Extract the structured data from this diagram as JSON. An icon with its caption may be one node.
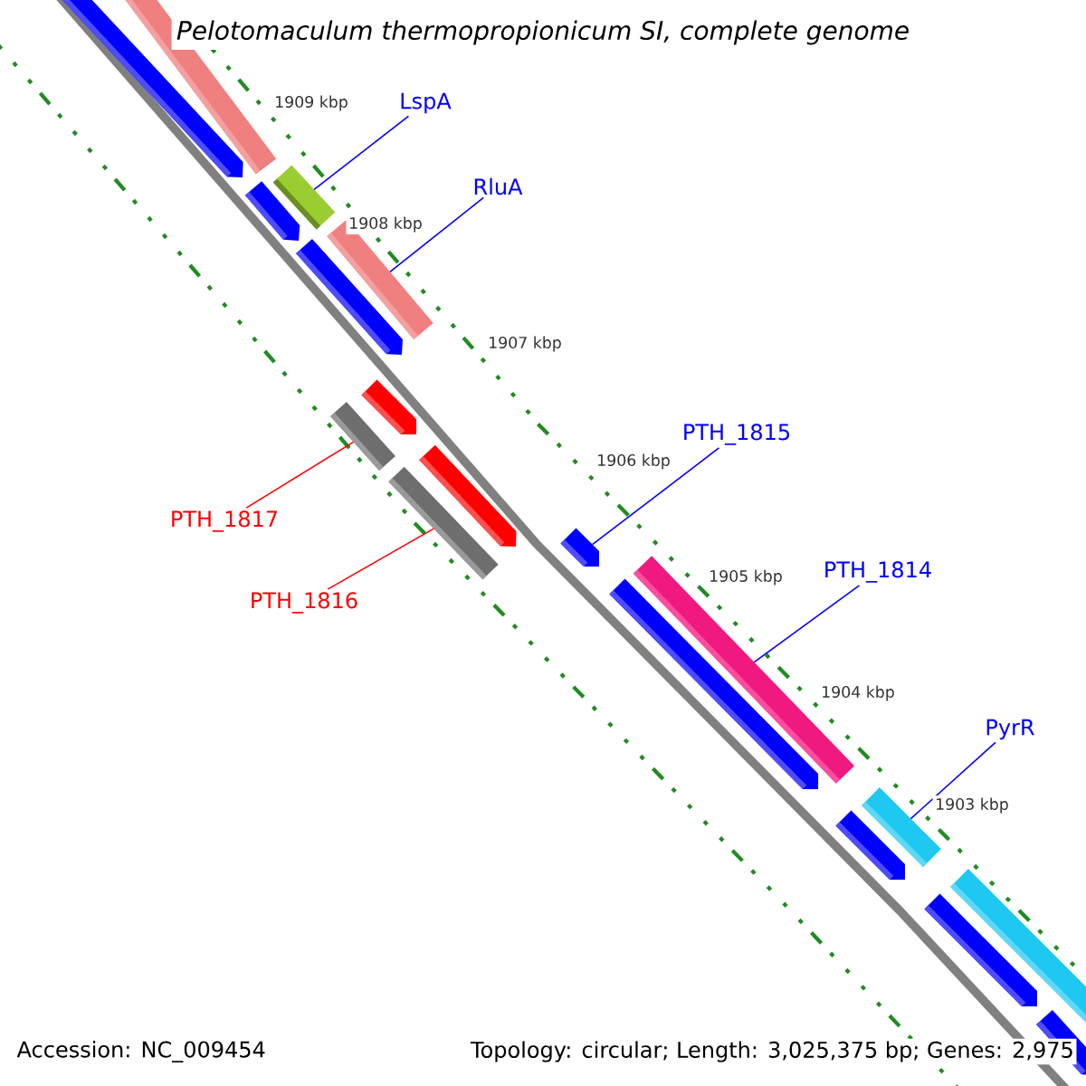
{
  "diagram": {
    "title": "Pelotomaculum thermopropionicum SI, complete genome",
    "nodes": [
      {
        "text": [
          "LspA"
        ]
      },
      {
        "text": [
          "RluA"
        ]
      },
      {
        "text": [
          "PTH_1815"
        ]
      },
      {
        "text": [
          "PTH_1814"
        ]
      },
      {
        "text": [
          "PyrR"
        ]
      },
      {
        "text": [
          "PTH_1817"
        ]
      },
      {
        "text": [
          "PTH_1816"
        ]
      },
      {
        "text": [],
        "shape": "bar"
      },
      {
        "text": [],
        "shape": "bar"
      },
      {
        "text": [],
        "shape": "arrow"
      },
      {
        "text": [],
        "shape": "bar"
      },
      {
        "text": [],
        "shape": "bar"
      },
      {
        "text": [],
        "shape": "bar"
      },
      {
        "text": [],
        "shape": "bar"
      }
    ],
    "edges": [
      {
        "from": 0,
        "to": 7,
        "arrow": "none"
      },
      {
        "from": 1,
        "to": 8,
        "arrow": "none"
      },
      {
        "from": 2,
        "to": 9,
        "arrow": "none"
      },
      {
        "from": 3,
        "to": 10,
        "arrow": "none"
      },
      {
        "from": 4,
        "to": 11,
        "arrow": "none"
      },
      {
        "from": 5,
        "to": 12,
        "arrow": "none",
        "color": "#ff0000"
      },
      {
        "from": 6,
        "to": 13,
        "arrow": "none",
        "color": "#ff0000"
      }
    ],
    "labels": [
      "1909 kbp",
      "1908 kbp",
      "1907 kbp",
      "1906 kbp",
      "1905 kbp",
      "1904 kbp",
      "1903 kbp",
      "Accession: NC_009454",
      "Topology: circular; Length: 3,025,375 bp; Genes: 2,975"
    ]
  }
}
